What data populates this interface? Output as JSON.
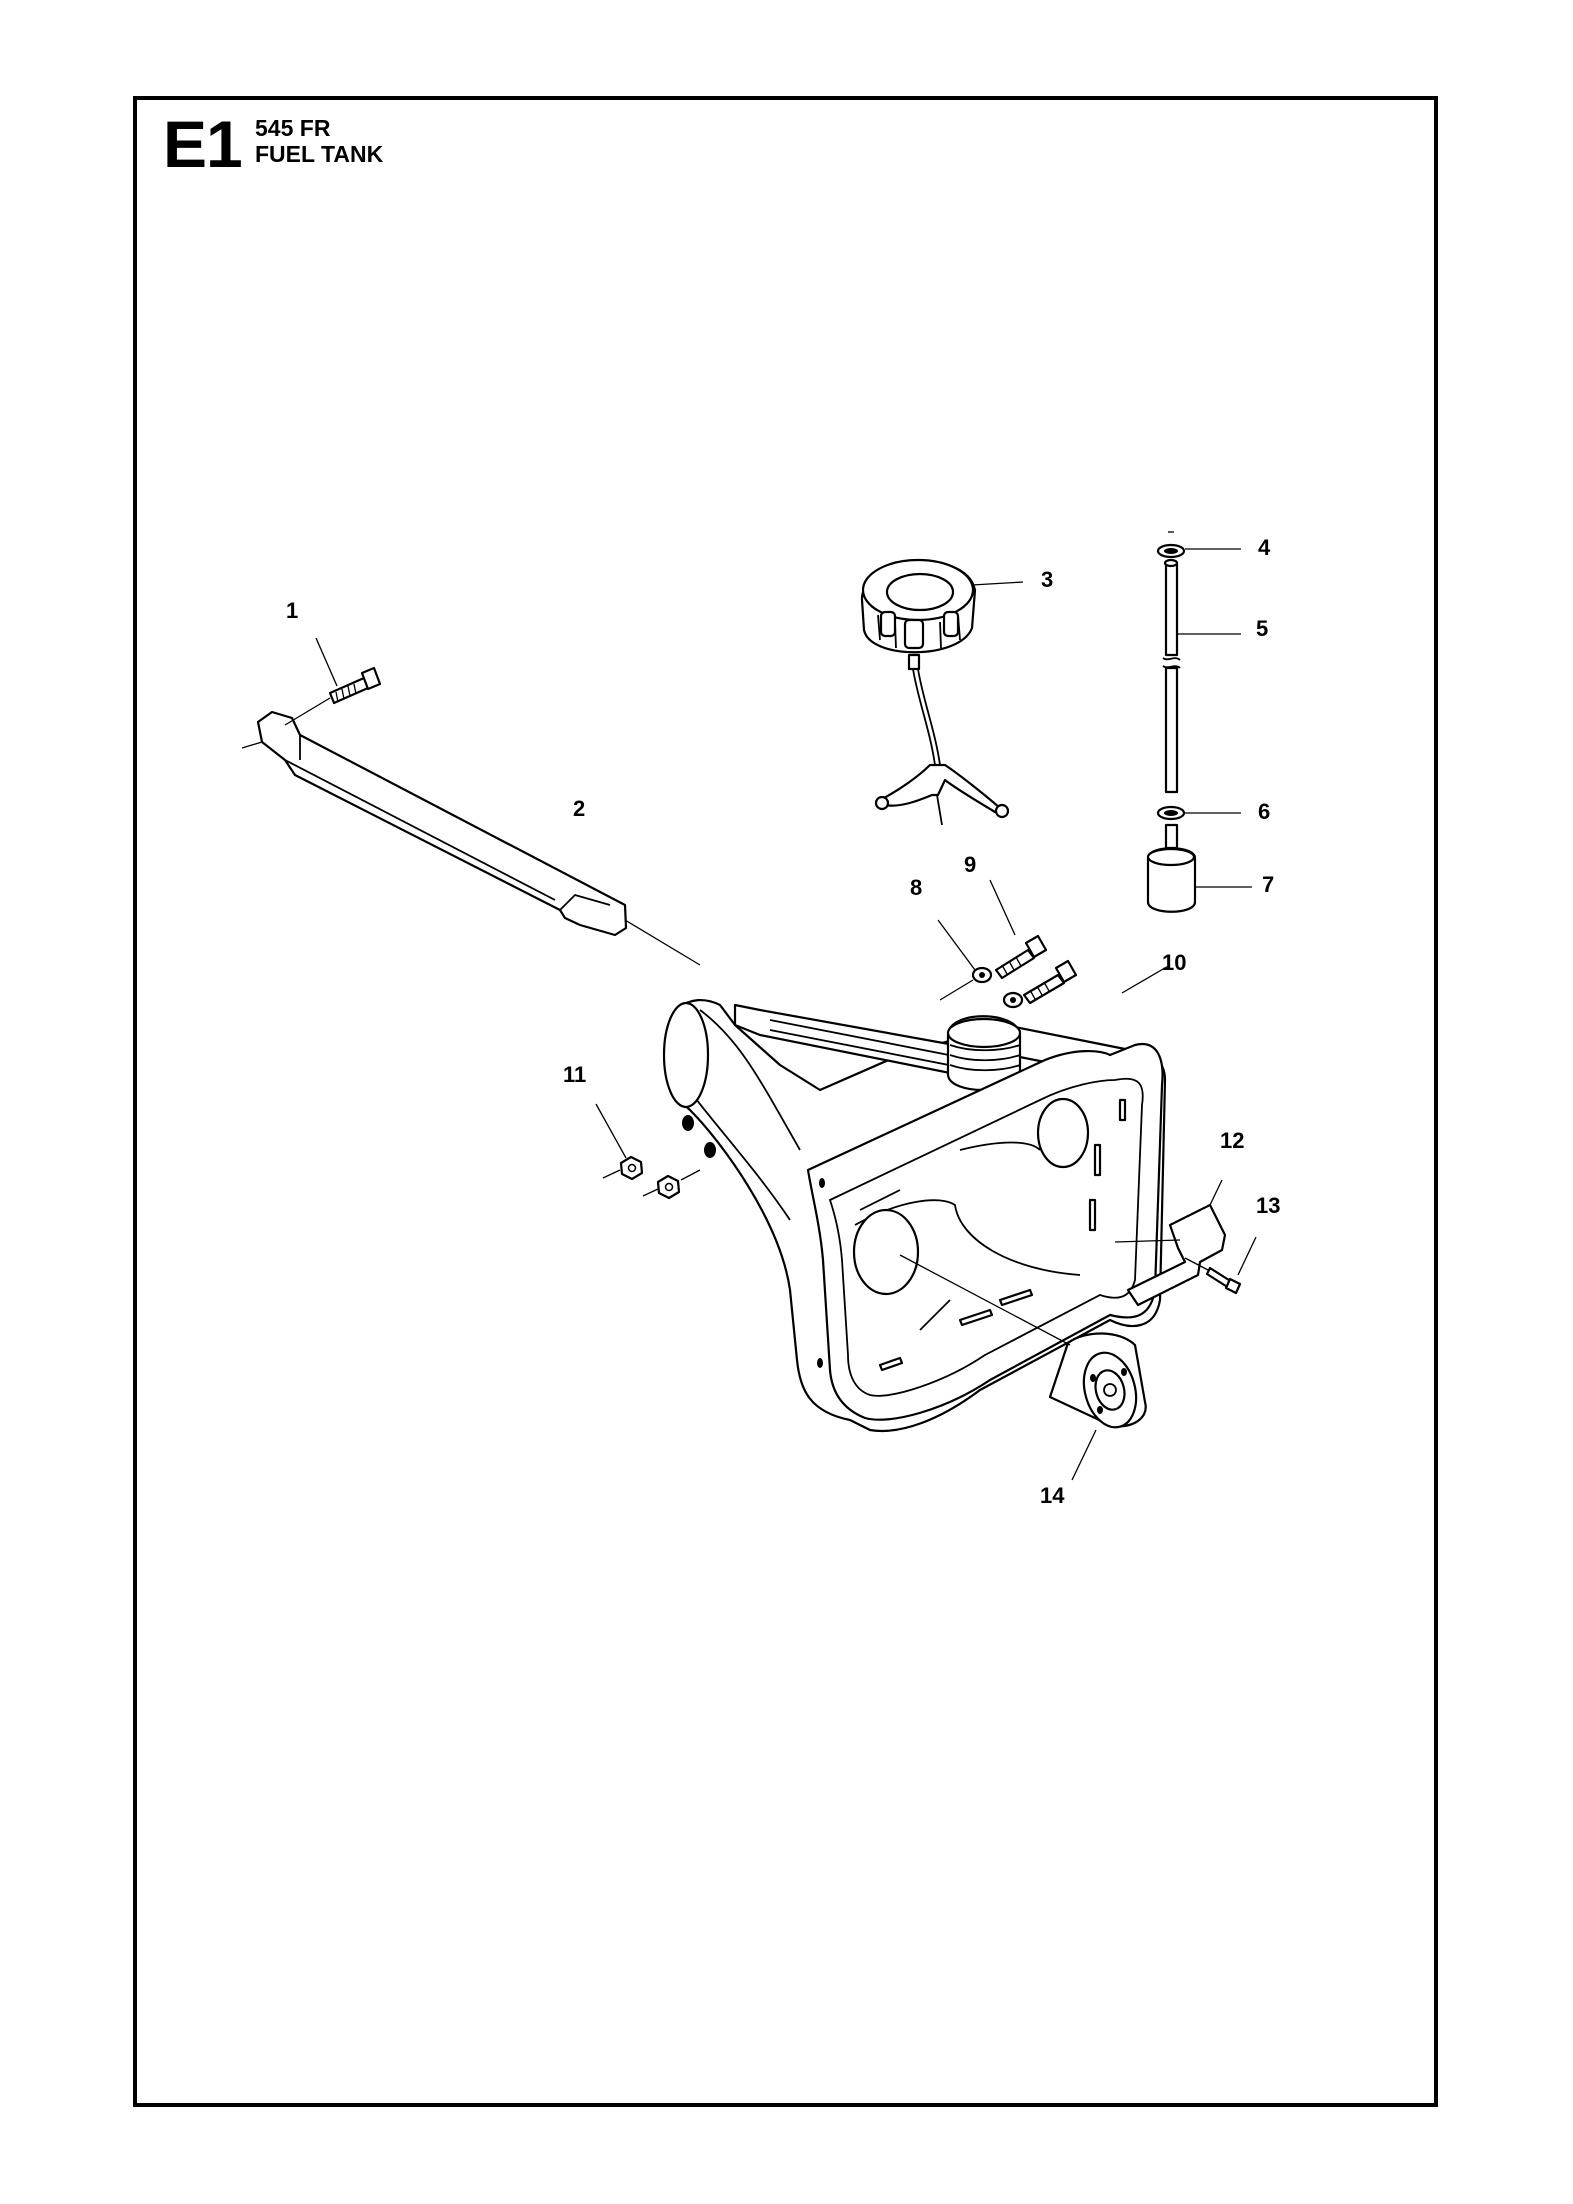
{
  "header": {
    "section_code": "E1",
    "model": "545 FR",
    "title": "FUEL TANK"
  },
  "callouts": [
    {
      "number": "1",
      "part": "screw"
    },
    {
      "number": "2",
      "part": "cover"
    },
    {
      "number": "3",
      "part": "fuel-cap"
    },
    {
      "number": "4",
      "part": "o-ring"
    },
    {
      "number": "5",
      "part": "fuel-hose"
    },
    {
      "number": "6",
      "part": "o-ring"
    },
    {
      "number": "7",
      "part": "fuel-filter"
    },
    {
      "number": "8",
      "part": "washer"
    },
    {
      "number": "9",
      "part": "screw"
    },
    {
      "number": "10",
      "part": "fuel-tank"
    },
    {
      "number": "11",
      "part": "nut"
    },
    {
      "number": "12",
      "part": "bracket"
    },
    {
      "number": "13",
      "part": "screw"
    },
    {
      "number": "14",
      "part": "damper"
    }
  ]
}
